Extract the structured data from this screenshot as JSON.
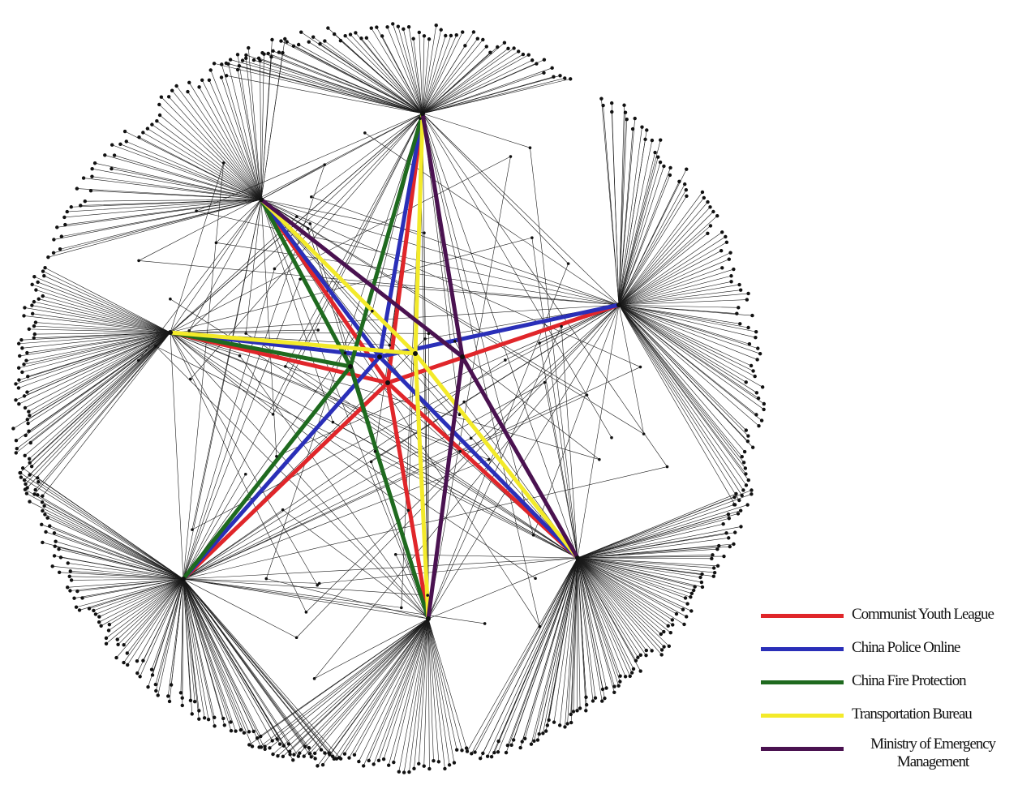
{
  "legend": {
    "items": [
      {
        "label": "Communist Youth League",
        "color": "#e0262a"
      },
      {
        "label": "China Police Online",
        "color": "#2a2fb8"
      },
      {
        "label": "China Fire Protection",
        "color": "#1f6a1f"
      },
      {
        "label": "Transportation Bureau",
        "color": "#f3ea2a"
      },
      {
        "label": "Ministry of Emergency Management",
        "color": "#4a1250"
      }
    ]
  },
  "colors": {
    "edge": "#1a1a1a",
    "node": "#111111",
    "background": "#ffffff"
  }
}
